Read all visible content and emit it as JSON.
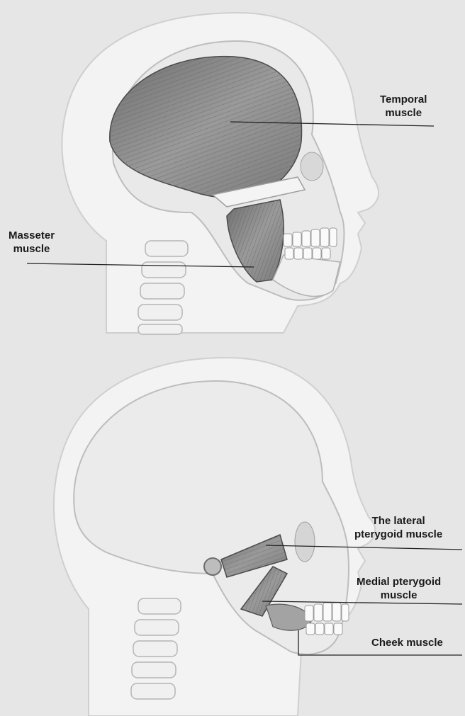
{
  "labels": {
    "temporal": {
      "line1": "Temporal",
      "line2": "muscle"
    },
    "masseter": {
      "line1": "Masseter",
      "line2": "muscle"
    },
    "lateral_pterygoid": {
      "line1": "The lateral",
      "line2": "pterygoid muscle"
    },
    "medial_pterygoid": {
      "line1": "Medial pterygoid",
      "line2": "muscle"
    },
    "cheek": {
      "line1": "Cheek muscle"
    }
  },
  "colors": {
    "background": "#e6e6e6",
    "head_silhouette": "#f2f2f2",
    "skull": "#ececec",
    "muscle": "#8c8c8c",
    "leader_line": "#222222"
  }
}
